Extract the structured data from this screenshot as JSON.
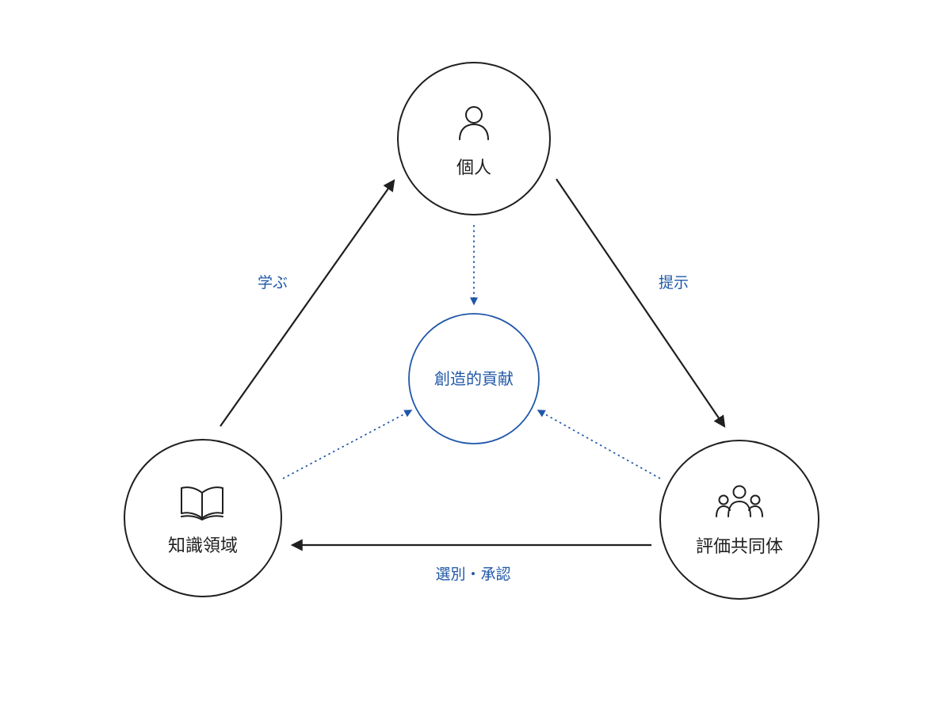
{
  "colors": {
    "node_stroke": "#1f1f1f",
    "accent_blue": "#1f57a8",
    "background": "#ffffff"
  },
  "nodes": {
    "individual": {
      "label": "個人",
      "icon": "person-icon"
    },
    "knowledge_domain": {
      "label": "知識領域",
      "icon": "open-book-icon"
    },
    "evaluation_community": {
      "label": "評価共同体",
      "icon": "group-icon"
    },
    "center": {
      "label": "創造的貢献"
    }
  },
  "edges": {
    "learn": {
      "label": "学ぶ"
    },
    "present": {
      "label": "提示"
    },
    "select_approve": {
      "label": "選別・承認"
    }
  }
}
